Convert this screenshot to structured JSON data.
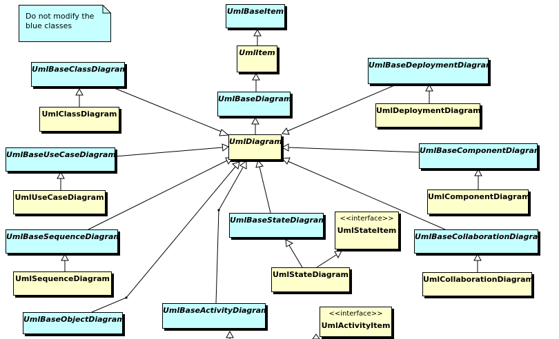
{
  "note": {
    "text": "Do not modify the\nblue classes"
  },
  "classes": {
    "uml_base_item": "UmlBaseItem",
    "uml_item": "UmlItem",
    "uml_base_class_diagram": "UmlBaseClassDiagram",
    "uml_class_diagram": "UmlClassDiagram",
    "uml_base_diagram": "UmlBaseDiagram",
    "uml_base_deployment_diagram": "UmlBaseDeploymentDiagram",
    "uml_deployment_diagram": "UmlDeploymentDiagram",
    "uml_diagram": "UmlDiagram",
    "uml_base_use_case_diagram": "UmlBaseUseCaseDiagram",
    "uml_use_case_diagram": "UmlUseCaseDiagram",
    "uml_base_component_diagram": "UmlBaseComponentDiagram",
    "uml_component_diagram": "UmlComponentDiagram",
    "uml_base_state_diagram": "UmlBaseStateDiagram",
    "uml_state_item": "UmlStateItem",
    "uml_base_sequence_diagram": "UmlBaseSequenceDiagram",
    "uml_sequence_diagram": "UmlSequenceDiagram",
    "uml_state_diagram": "UmlStateDiagram",
    "uml_base_collaboration_diagram": "UmlBaseCollaborationDiagram",
    "uml_collaboration_diagram": "UmlCollaborationDiagram",
    "uml_base_object_diagram": "UmlBaseObjectDiagram",
    "uml_base_activity_diagram": "UmlBaseActivityDiagram",
    "uml_activity_item": "UmlActivityItem"
  },
  "stereotype": "<<interface>>",
  "colors": {
    "base_class": "#c6ffff",
    "user_class": "#ffffcc",
    "note": "#c6ffff"
  }
}
